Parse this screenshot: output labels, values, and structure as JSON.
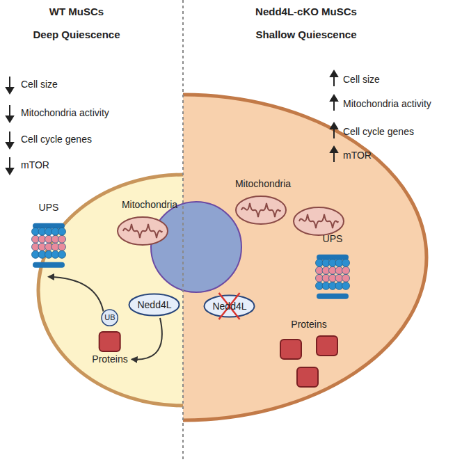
{
  "diagram": {
    "nodes": [
      {
        "text": [
          "UPS"
        ]
      },
      {
        "text": [
          "Nedd4L"
        ]
      },
      {
        "text": [
          "UB"
        ]
      },
      {
        "text": [
          "Proteins"
        ]
      },
      {
        "text": [
          "Nedd4L"
        ]
      },
      {
        "text": [
          "UPS"
        ]
      }
    ],
    "edges": [
      {
        "from": 1,
        "to": 3,
        "arrow": "to"
      },
      {
        "from": 2,
        "to": 0,
        "arrow": "to"
      }
    ],
    "labels": [
      "WT MuSCs",
      "Deep Quiescence",
      "Nedd4L-cKO MuSCs",
      "Shallow Quiescence",
      "Cell size",
      "Mitochondria activity",
      "Cell cycle genes",
      "mTOR",
      "Cell size",
      "Mitochondria activity",
      "Cell cycle genes",
      "mTOR",
      "Mitochondria",
      "Mitochondria",
      "Proteins"
    ]
  }
}
